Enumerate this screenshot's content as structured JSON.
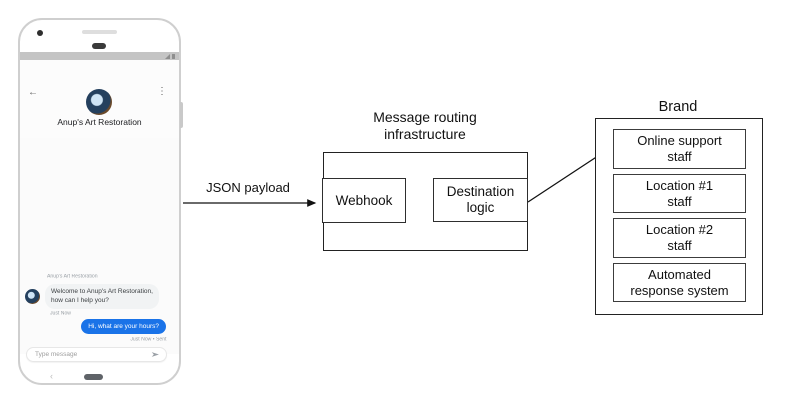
{
  "phone": {
    "status_bar": {
      "icons": [
        "signal-icon",
        "battery-icon"
      ]
    },
    "header": {
      "back_icon": "←",
      "title": "Anup's Art Restoration",
      "menu_icon": "⋮"
    },
    "conversation": {
      "sender_label": "Anup's Art Restoration",
      "incoming_message": "Welcome to Anup's Art Restoration,\nhow can I help you?",
      "incoming_timestamp": "Just Now",
      "outgoing_message": "Hi, what are your hours?",
      "outgoing_timestamp": "Just Now • Sent"
    },
    "composer": {
      "placeholder": "Type message",
      "send_icon": "send-icon"
    },
    "nav": {
      "back_icon": "‹"
    }
  },
  "diagram": {
    "json_payload_label": "JSON payload",
    "routing": {
      "title": "Message routing\ninfrastructure",
      "webhook_label": "Webhook",
      "destination_label": "Destination\nlogic"
    },
    "brand": {
      "title": "Brand",
      "boxes": [
        "Online support\nstaff",
        "Location #1\nstaff",
        "Location #2\nstaff",
        "Automated\nresponse system"
      ]
    }
  },
  "colors": {
    "outgoing_bubble": "#1a73e8",
    "incoming_bubble": "#f1f3f4",
    "arrow": "#111111",
    "box_border": "#222222"
  }
}
